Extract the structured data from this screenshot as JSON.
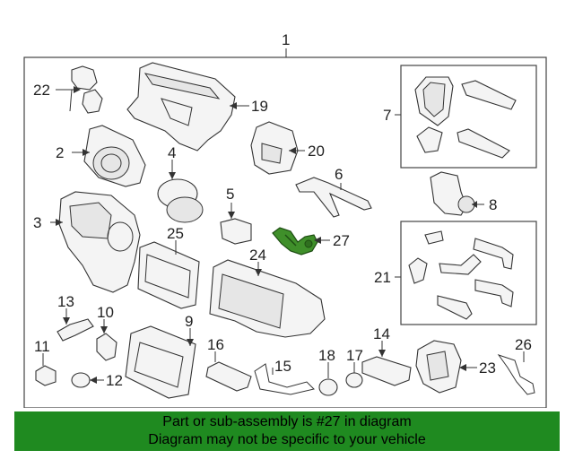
{
  "callouts": {
    "c1": "1",
    "c2": "2",
    "c3": "3",
    "c4": "4",
    "c5": "5",
    "c6": "6",
    "c7": "7",
    "c8": "8",
    "c9": "9",
    "c10": "10",
    "c11": "11",
    "c12": "12",
    "c13": "13",
    "c14": "14",
    "c15": "15",
    "c16": "16",
    "c17": "17",
    "c18": "18",
    "c19": "19",
    "c20": "20",
    "c21": "21",
    "c22": "22",
    "c23": "23",
    "c24": "24",
    "c25": "25",
    "c26": "26",
    "c27": "27"
  },
  "highlight": {
    "part": "27",
    "color": "#3f8f2a"
  },
  "banner": {
    "line1": "Part or sub-assembly is #27 in diagram",
    "line2": "Diagram may not be specific to your vehicle",
    "background": "#1f8a20"
  }
}
